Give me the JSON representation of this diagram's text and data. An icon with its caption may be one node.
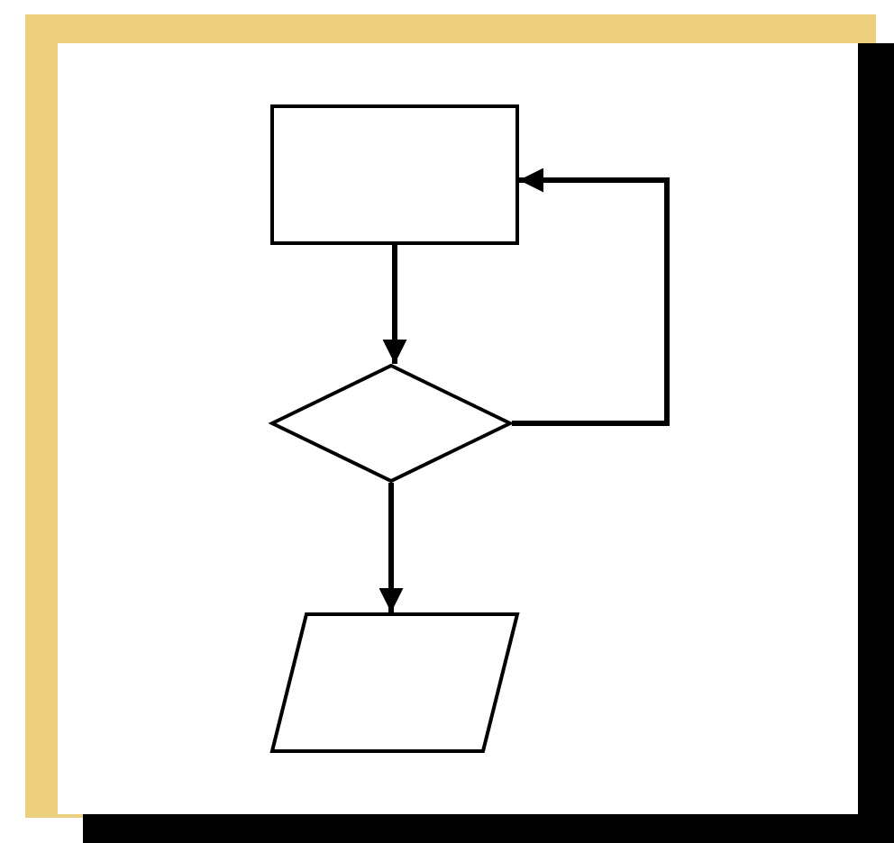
{
  "diagram": {
    "nodes": [
      {
        "text": [],
        "shape": "box"
      },
      {
        "text": [],
        "shape": "diamond"
      },
      {
        "text": [],
        "shape": "parallelogram"
      }
    ],
    "edges": [
      {
        "from": 0,
        "to": 1,
        "arrow": "to"
      },
      {
        "from": 1,
        "to": 2,
        "arrow": "to"
      },
      {
        "from": 1,
        "to": 0,
        "arrow": "to"
      }
    ]
  }
}
